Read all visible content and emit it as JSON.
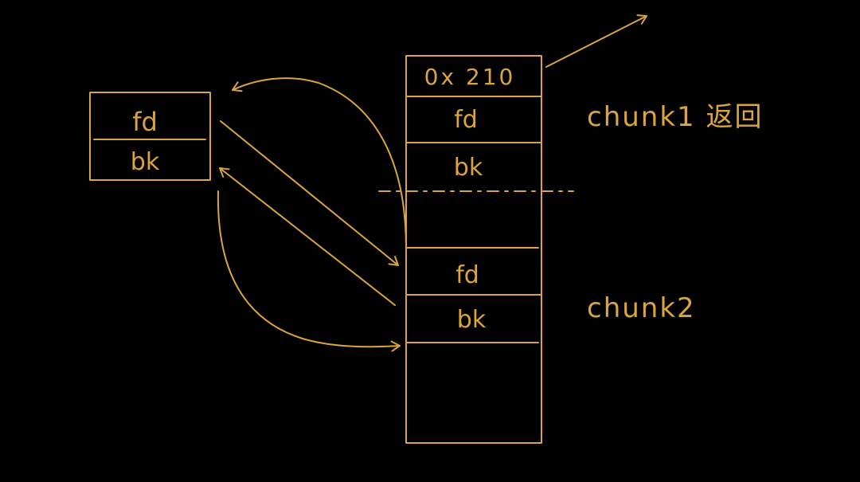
{
  "colors": {
    "background": "#000000",
    "ink": "#d9a441"
  },
  "free_chunk": {
    "fd_label": "fd",
    "bk_label": "bk"
  },
  "memory": {
    "header_label": "0x 210",
    "chunk1_fd_label": "fd",
    "chunk1_bk_label": "bk",
    "chunk2_fd_label": "fd",
    "chunk2_bk_label": "bk"
  },
  "annotations": {
    "chunk1_label": "chunk1 返回",
    "chunk2_label": "chunk2"
  }
}
